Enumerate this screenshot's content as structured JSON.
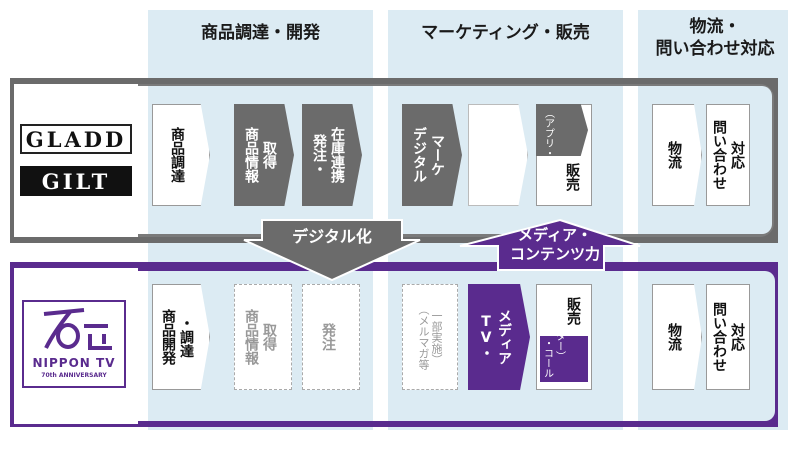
{
  "columns": {
    "procurement": "商品調達・開発",
    "marketing": "マーケティング・販売",
    "logistics": [
      "物流・",
      "問い合わせ対応"
    ]
  },
  "companies": {
    "top": {
      "logo_1": "GLADD",
      "logo_2": "GILT"
    },
    "bottom": {
      "logo_text": "NIPPON TV",
      "logo_sub": "70th ANNIVERSARY"
    }
  },
  "top_row": {
    "procure": "商品調達",
    "product_info": [
      "商品情報",
      "取得"
    ],
    "inventory": [
      "発注・",
      "在庫連携"
    ],
    "digital_marketing": [
      "デジタル",
      "マーケ"
    ],
    "sales_main": "販売",
    "sales_note": "（アプリ・Web）",
    "logistics": "物流",
    "inquiry": [
      "問い合わせ",
      "対応"
    ]
  },
  "bottom_row": {
    "procure": [
      "商品開発",
      "・調達"
    ],
    "product_info": [
      "商品情報",
      "取得"
    ],
    "order": "発注",
    "partial": [
      "（メルマガ等",
      "一部実施）"
    ],
    "tv_media": [
      "TV・",
      "メディア"
    ],
    "sales_main": "販売",
    "sales_note": [
      "（Web・コール",
      "センター）"
    ],
    "logistics": "物流",
    "inquiry": [
      "問い合わせ",
      "対応"
    ]
  },
  "flows": {
    "digital": "デジタル化",
    "media": [
      "メディア・",
      "コンテンツ力"
    ]
  },
  "colors": {
    "gray_dark": "#6b6b6b",
    "gray_frame": "#7a7a7a",
    "purple": "#5a2b8e",
    "light_blue": "#dcebf3"
  }
}
